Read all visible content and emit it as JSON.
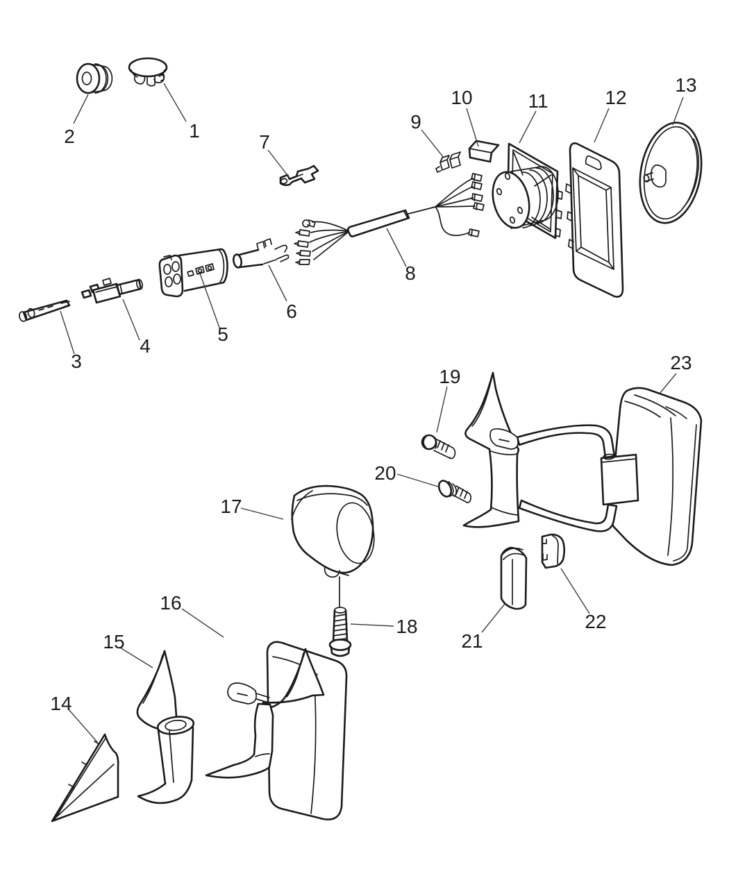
{
  "diagram": {
    "type": "exploded-parts-diagram",
    "subject": "exterior-mirror-assembly",
    "background_color": "#ffffff",
    "line_color": "#1a1a1a",
    "leader_color": "#3d3d3d",
    "callouts": [
      "1",
      "2",
      "3",
      "4",
      "5",
      "6",
      "7",
      "8",
      "9",
      "10",
      "11",
      "12",
      "13",
      "14",
      "15",
      "16",
      "17",
      "18",
      "19",
      "20",
      "21",
      "22",
      "23"
    ]
  }
}
